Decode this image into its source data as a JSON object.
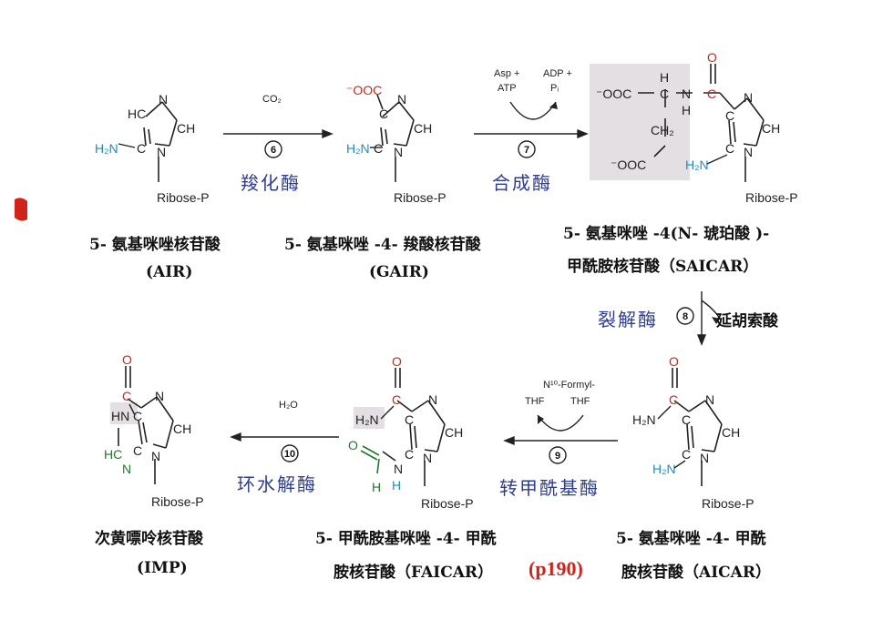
{
  "labels": {
    "air_name": "5- 氨基咪唑核苷酸",
    "air_abbr": "(AIR)",
    "gair_name": "5- 氨基咪唑 -4- 羧酸核苷酸",
    "gair_abbr": "(GAIR)",
    "saicar_name1": "5- 氨基咪唑 -4(N- 琥珀酸 )-",
    "saicar_name2": "甲酰胺核苷酸（SAICAR）",
    "imp_name": "次黄嘌呤核苷酸",
    "imp_abbr": "(IMP)",
    "faicar_name1": "5- 甲酰胺基咪唑 -4- 甲酰",
    "faicar_name2": "胺核苷酸（FAICAR）",
    "aicar_name1": "5- 氨基咪唑 -4- 甲酰",
    "aicar_name2": "胺核苷酸（AICAR）",
    "fumarate": "延胡索酸",
    "page_ref": "(p190)"
  },
  "enzymes": {
    "step6": "羧化酶",
    "step7": "合成酶",
    "step8": "裂解酶",
    "step9": "转甲酰基酶",
    "step10": "环水解酶"
  },
  "steps": {
    "s6": "6",
    "s7": "7",
    "s8": "8",
    "s9": "9",
    "s10": "10"
  },
  "reagents": {
    "co2": "CO₂",
    "asp": "Asp +",
    "atp": "ATP",
    "adp": "ADP +",
    "pi": "Pᵢ",
    "formyl": "N¹⁰-Formyl-",
    "thf_in": "THF",
    "thf_out": "THF",
    "h2o": "H₂O"
  },
  "atoms": {
    "ribose": "Ribose-P",
    "n": "N",
    "c": "C",
    "hc": "HC",
    "ch": "CH",
    "h2n": "H₂N",
    "ooc": "⁻OOC",
    "o": "O",
    "h": "H",
    "hn": "HN",
    "ch2": "CH₂"
  },
  "colors": {
    "amine_blue": "#1a8fc0",
    "carbonyl_red": "#d0231b",
    "formyl_green": "#1e7a2a",
    "enzyme_text": "#2e3d8f",
    "highlight_box": "#e4dfe3"
  }
}
